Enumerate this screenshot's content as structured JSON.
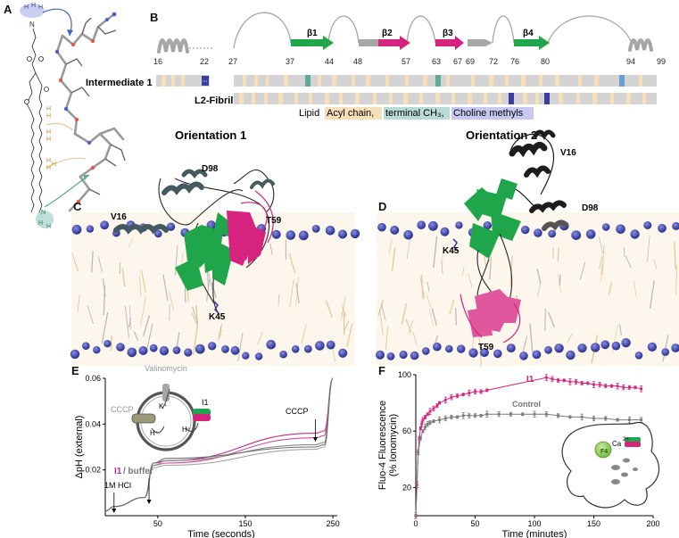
{
  "panels": {
    "A": "A",
    "B": "B",
    "C": "C",
    "D": "D",
    "E": "E",
    "F": "F"
  },
  "molecule": {
    "atom_N_top": "N",
    "atom_H_top_left": "H",
    "atom_H_top_mid": "H",
    "atom_H_top_right": "H",
    "atom_N_bottom": "N",
    "atom_H_bottom_1": "H",
    "atom_H_bottom_2": "H",
    "atom_H_1": "H",
    "atom_H_2": "H",
    "atom_H_3": "H",
    "atom_H_4": "H",
    "atom_H_5": "H",
    "atom_H_6": "H",
    "atom_H_7": "H"
  },
  "topology": {
    "labels": {
      "beta1": "β1",
      "beta2": "β2",
      "beta3": "β3",
      "beta4": "β4"
    },
    "residues": [
      "16",
      "22",
      "27",
      "37",
      "44",
      "48",
      "57",
      "63",
      "67",
      "69",
      "72",
      "76",
      "80",
      "94",
      "99"
    ],
    "colors": {
      "beta1": "#1fa64a",
      "beta2": "#d6237f",
      "beta3": "#d6237f",
      "beta4": "#1fa64a",
      "coil": "#a6a6a6",
      "helix": "#a6a6a6"
    }
  },
  "contact_bars": {
    "row1_label": "Intermediate 1",
    "row2_label": "L2-Fibril",
    "legend_lipid": "Lipid",
    "legend_acyl": "Acyl chain,",
    "legend_ch3": "terminal CH₃,",
    "legend_choline": "Choline methyls",
    "colors": {
      "bar": "#d4d4d4",
      "acyl": "#f7dfba",
      "ch3": "#5fa89c",
      "choline": "#3a3f9e",
      "blue": "#6a9ed8"
    }
  },
  "orientation1": {
    "title": "Orientation 1",
    "label_D98": "D98",
    "label_V16": "V16",
    "label_T59": "T59",
    "label_K45": "K45"
  },
  "orientation2": {
    "title": "Orientation 2",
    "label_V16": "V16",
    "label_D98": "D98",
    "label_K45": "K45",
    "label_T59": "T59"
  },
  "chart_E": {
    "ylabel": "ΔpH (external)",
    "xlabel": "Time (seconds)",
    "yticks": [
      "0.02",
      "0.04",
      "0.06"
    ],
    "xticks": [
      "50",
      "150",
      "250"
    ],
    "annotations": {
      "hcl": "1M HCl",
      "cccp_right": "CCCP",
      "i1": "I1",
      "buffer": "/ buffer",
      "valinomycin": "Valinomycin",
      "cccp_inset": "CCCP",
      "k_plus": "K⁺",
      "h_plus_left": "H⁺",
      "h_plus_right": "H⁺",
      "i1_inset": "I1"
    }
  },
  "chart_F": {
    "ylabel": "Fluo-4 Fluorescence",
    "ylabel2": "(% Ionomycin)",
    "xlabel": "Time (minutes)",
    "yticks": [
      "20",
      "60",
      "100"
    ],
    "xticks": [
      "0",
      "50",
      "100",
      "150",
      "200"
    ],
    "annotations": {
      "i1": "I1",
      "control": "Control",
      "f4": "F4",
      "ca": "Ca",
      "ca_sup": "2+"
    }
  },
  "chart_data": [
    {
      "type": "line",
      "title": "",
      "xlabel": "Time (seconds)",
      "ylabel": "ΔpH (external)",
      "xlim": [
        -10,
        255
      ],
      "ylim": [
        0,
        0.06
      ],
      "series": [
        {
          "color": "#c2278a",
          "x": [
            -10,
            0,
            35,
            45,
            60,
            230,
            240,
            250
          ],
          "y": [
            0.002,
            0.004,
            0.008,
            0.023,
            0.024,
            0.036,
            0.037,
            0.06
          ]
        },
        {
          "color": "#d04a9b",
          "x": [
            -10,
            0,
            35,
            45,
            60,
            230,
            240,
            250
          ],
          "y": [
            0.002,
            0.004,
            0.008,
            0.022,
            0.023,
            0.034,
            0.035,
            0.06
          ]
        },
        {
          "color": "#8a8a8a",
          "x": [
            -10,
            0,
            35,
            45,
            60,
            230,
            240,
            250
          ],
          "y": [
            0.002,
            0.004,
            0.008,
            0.022,
            0.024,
            0.031,
            0.032,
            0.06
          ]
        },
        {
          "color": "#a5a5a5",
          "x": [
            -10,
            0,
            35,
            45,
            60,
            230,
            240,
            250
          ],
          "y": [
            0.002,
            0.004,
            0.008,
            0.021,
            0.022,
            0.029,
            0.03,
            0.06
          ]
        },
        {
          "color": "#6f6f6f",
          "x": [
            -10,
            0,
            35,
            45,
            60,
            230,
            240,
            250
          ],
          "y": [
            0.002,
            0.004,
            0.008,
            0.023,
            0.025,
            0.03,
            0.031,
            0.06
          ]
        }
      ]
    },
    {
      "type": "line",
      "title": "",
      "xlabel": "Time (minutes)",
      "ylabel": "Fluo-4 Fluorescence (% Ionomycin)",
      "xlim": [
        0,
        200
      ],
      "ylim": [
        0,
        100
      ],
      "series": [
        {
          "name": "I1",
          "color": "#d6237f",
          "x": [
            0,
            1,
            2,
            3,
            4,
            5,
            6,
            8,
            10,
            12,
            15,
            18,
            20,
            25,
            30,
            35,
            40,
            45,
            50,
            55,
            60,
            110,
            115,
            120,
            125,
            130,
            135,
            140,
            145,
            150,
            155,
            160,
            165,
            170,
            175,
            180,
            185,
            190
          ],
          "y": [
            0,
            22,
            45,
            55,
            62,
            65,
            68,
            70,
            72,
            74,
            76,
            78,
            80,
            82,
            84,
            85,
            86,
            87,
            88,
            88,
            89,
            98,
            97,
            96,
            96,
            95,
            95,
            94,
            94,
            93,
            93,
            92,
            92,
            92,
            91,
            91,
            91,
            90
          ]
        },
        {
          "name": "Control",
          "color": "#7a7a7a",
          "x": [
            0,
            2,
            4,
            6,
            8,
            10,
            12,
            15,
            20,
            25,
            30,
            35,
            40,
            45,
            50,
            55,
            60,
            70,
            80,
            90,
            100,
            110,
            120,
            130,
            140,
            150,
            160,
            170,
            180,
            190
          ],
          "y": [
            0,
            45,
            55,
            60,
            63,
            65,
            66,
            67,
            68,
            69,
            70,
            70,
            71,
            71,
            71,
            71,
            72,
            72,
            72,
            72,
            72,
            72,
            71,
            70,
            70,
            69,
            69,
            68,
            68,
            68
          ]
        }
      ]
    }
  ]
}
